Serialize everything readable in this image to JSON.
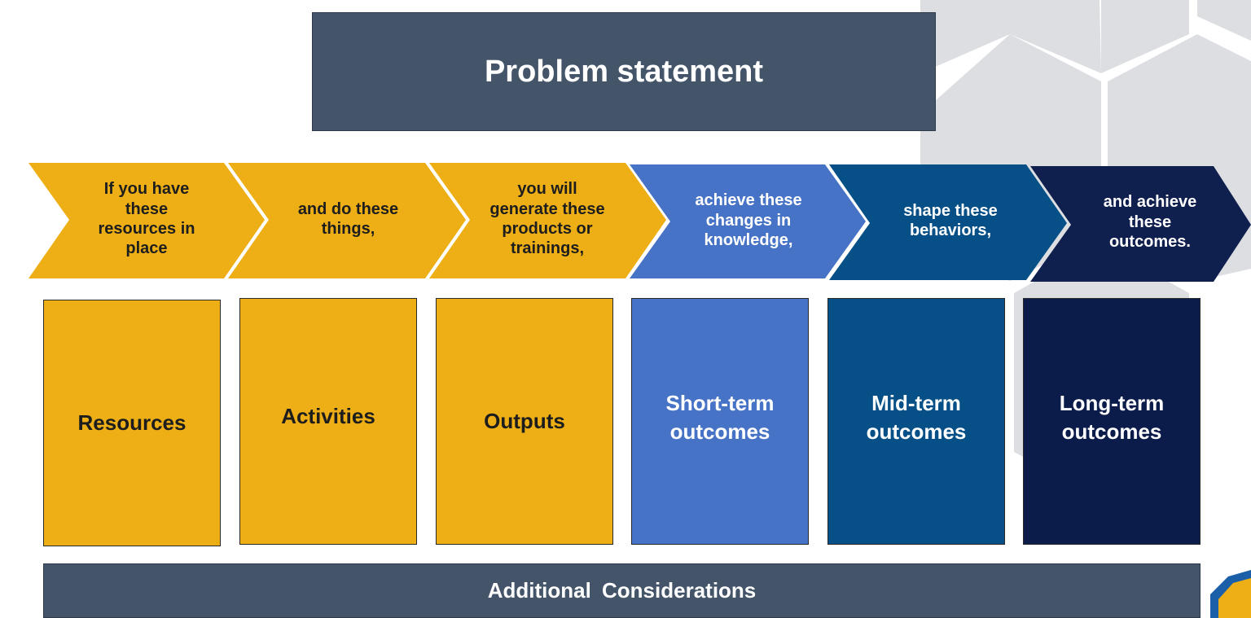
{
  "problem_statement": "Problem statement",
  "columns": [
    {
      "arrow_text": "If you have\nthese\nresources in\nplace",
      "box_label": "Resources",
      "arrow_color": "#edaf15",
      "box_color": "#edaf15",
      "text_color": "#1d1d1d"
    },
    {
      "arrow_text": "and do these\nthings,",
      "box_label": "Activities",
      "arrow_color": "#edaf15",
      "box_color": "#edaf15",
      "text_color": "#1d1d1d"
    },
    {
      "arrow_text": "you will\ngenerate these\nproducts or\ntrainings,",
      "box_label": "Outputs",
      "arrow_color": "#edaf15",
      "box_color": "#edaf15",
      "text_color": "#1d1d1d"
    },
    {
      "arrow_text": "achieve these\nchanges in\nknowledge,",
      "box_label": "Short-term\noutcomes",
      "arrow_color": "#4773c7",
      "box_color": "#4773c7",
      "text_color": "#ffffff"
    },
    {
      "arrow_text": "shape these\nbehaviors,",
      "box_label": "Mid-term\noutcomes",
      "arrow_color": "#064f87",
      "box_color": "#064f87",
      "text_color": "#ffffff"
    },
    {
      "arrow_text": "and achieve\nthese\noutcomes.",
      "box_label": "Long-term\noutcomes",
      "arrow_color": "#0f1f4e",
      "box_color": "#0c1c4a",
      "text_color": "#ffffff"
    }
  ],
  "additional_considerations": "Additional  Considerations",
  "colors": {
    "header_bg": "#445469",
    "hexagon_bg": "#dcdee2",
    "logo_blue": "#1b5fa8",
    "logo_gold": "#edaf15"
  },
  "icons": [
    "hexagon-background-pattern",
    "corner-logo-icon"
  ]
}
